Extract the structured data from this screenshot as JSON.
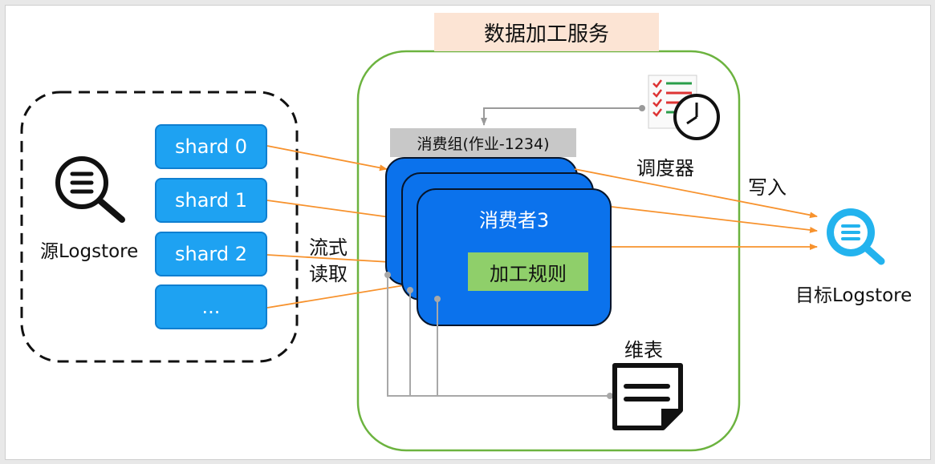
{
  "service": {
    "title": "数据加工服务",
    "consumer_group_label": "消费组(作业-1234)",
    "consumer_label": "消费者3",
    "rule_label": "加工规则",
    "scheduler_label": "调度器",
    "dimension_table_label": "维表"
  },
  "source": {
    "label": "源Logstore",
    "shards": [
      "shard 0",
      "shard 1",
      "shard 2",
      "..."
    ]
  },
  "stream_read_label": [
    "流式",
    "读取"
  ],
  "write_label": "写入",
  "target": {
    "label": "目标Logstore"
  },
  "colors": {
    "arrow": "#f7922d",
    "consumer_blue": "#0b72ec",
    "shard_blue": "#1ea2f2",
    "service_border": "#6cb33f",
    "rule_green": "#8fcf6a",
    "title_bg": "#fce4d4",
    "target_icon": "#23b3ee"
  },
  "icons": {
    "source": "search-log-icon",
    "target": "search-log-icon",
    "scheduler": "checklist-clock-icon",
    "dimension_table": "document-icon"
  }
}
